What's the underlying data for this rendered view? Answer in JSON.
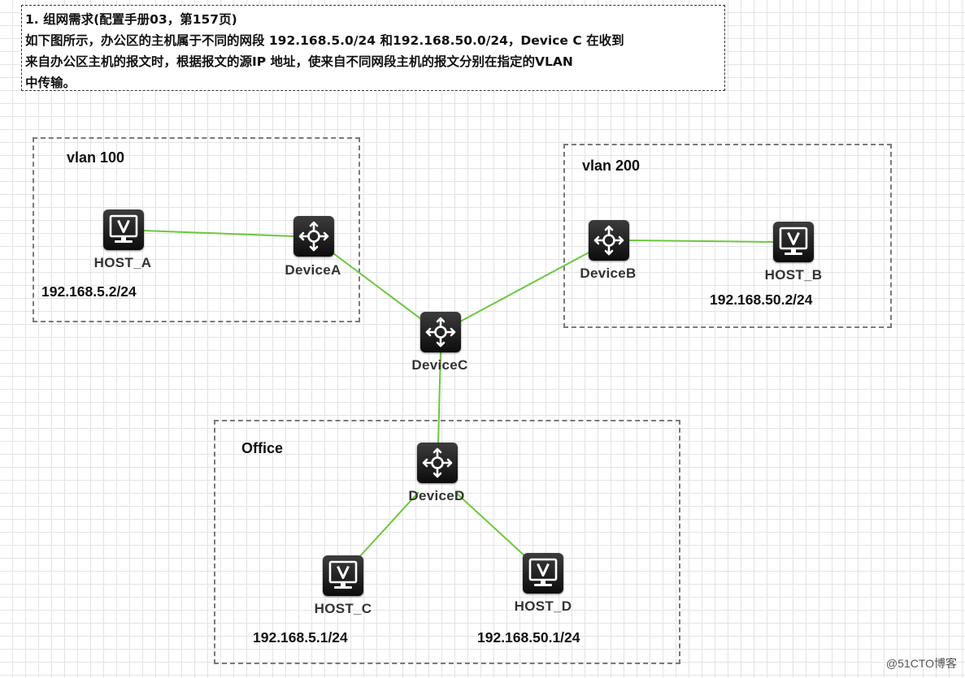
{
  "requirements": {
    "heading": "1. 组网需求(配置手册03，第157页)",
    "line1": "如下图所示，办公区的主机属于不同的网段 192.168.5.0/24 和192.168.50.0/24，Device C 在收到",
    "line2": "来自办公区主机的报文时，根据报文的源IP 地址，使来自不同网段主机的报文分别在指定的VLAN",
    "line3": "中传输。"
  },
  "zones": {
    "vlan100": "vlan 100",
    "vlan200": "vlan 200",
    "office": "Office"
  },
  "devices": {
    "a": "DeviceA",
    "b": "DeviceB",
    "c": "DeviceC",
    "d": "DeviceD"
  },
  "hosts": {
    "a": {
      "name": "HOST_A",
      "ip": "192.168.5.2/24"
    },
    "b": {
      "name": "HOST_B",
      "ip": "192.168.50.2/24"
    },
    "c": {
      "name": "HOST_C",
      "ip": "192.168.5.1/24"
    },
    "d": {
      "name": "HOST_D",
      "ip": "192.168.50.1/24"
    }
  },
  "icons": {
    "device": "switch-router-icon",
    "host": "monitor-host-icon"
  },
  "colors": {
    "link": "#6cc73d",
    "zone_border": "#7a7a7a",
    "icon_bg": "#1a1a1a"
  },
  "watermark": "@51CTO博客"
}
